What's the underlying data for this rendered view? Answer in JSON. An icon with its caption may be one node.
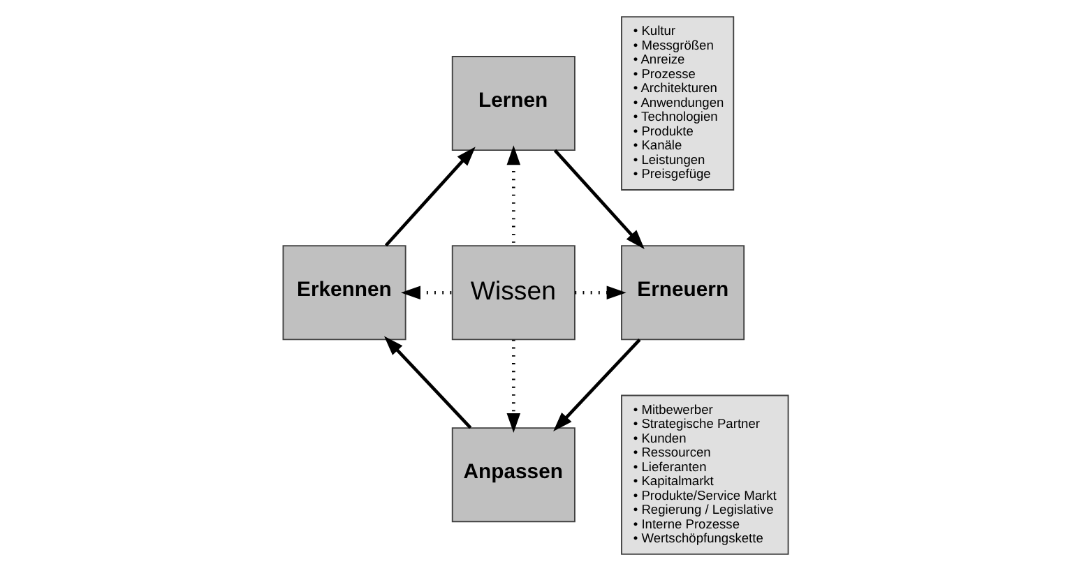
{
  "diagram": {
    "nodes": [
      {
        "text": [
          "Lernen"
        ]
      },
      {
        "text": [
          "Erkennen"
        ]
      },
      {
        "text": [
          "Wissen"
        ]
      },
      {
        "text": [
          "Erneuern"
        ]
      },
      {
        "text": [
          "Anpassen"
        ]
      },
      {
        "text": [
          "• Mitbewerber",
          "• Strategische Partner",
          "• Kunden",
          "• Ressourcen",
          "• Lieferanten",
          "• Kapitalmarkt",
          "• Produkte/Service Markt",
          "• Regierung / Legislative",
          "• Interne Prozesse",
          "• Wertschöpfungskette"
        ]
      },
      {
        "text": [
          "• Kultur",
          "• Messgrößen",
          "• Anreize",
          "• Prozesse",
          "• Architekturen",
          "• Anwendungen",
          "• Technologien",
          "• Produkte",
          "• Kanäle",
          "• Leistungen",
          "• Preisgefüge"
        ]
      }
    ],
    "edges": [
      {
        "from": 1,
        "to": 0,
        "arrow": "to"
      },
      {
        "from": 0,
        "to": 3,
        "arrow": "to"
      },
      {
        "from": 3,
        "to": 4,
        "arrow": "to"
      },
      {
        "from": 4,
        "to": 1,
        "arrow": "to"
      },
      {
        "from": 2,
        "to": 0,
        "arrow": "to",
        "style": "dashed"
      },
      {
        "from": 2,
        "to": 1,
        "arrow": "to",
        "style": "dashed"
      },
      {
        "from": 2,
        "to": 3,
        "arrow": "to",
        "style": "dashed"
      },
      {
        "from": 2,
        "to": 4,
        "arrow": "to",
        "style": "dashed"
      }
    ]
  }
}
